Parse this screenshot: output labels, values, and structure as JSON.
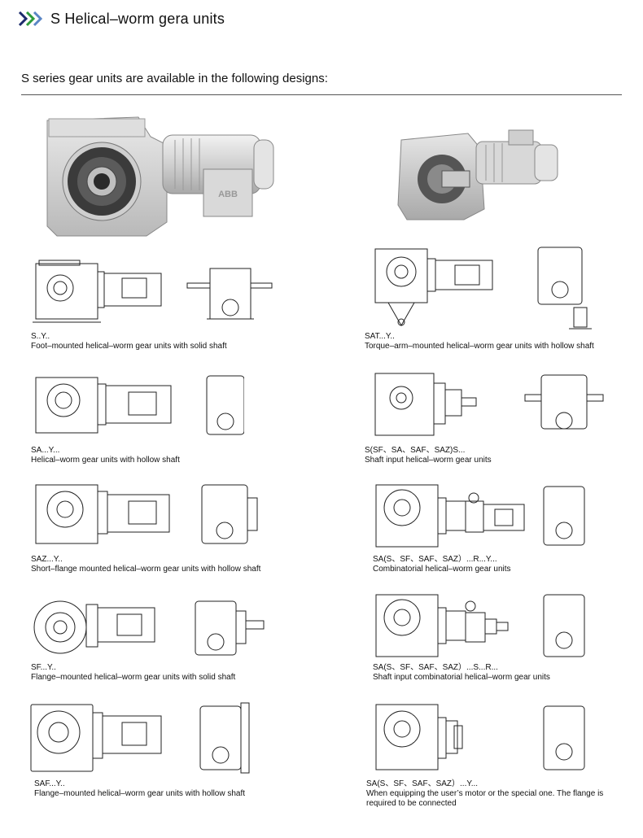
{
  "header": {
    "title": "S Helical–worm gera units",
    "icon": "triple-chevron-right-icon",
    "chevron_colors": [
      "#1b2a6b",
      "#2e9c3c",
      "#5a86c5"
    ]
  },
  "intro": "S series gear units are available in the following designs:",
  "photos": [
    {
      "brand": "ABB"
    },
    {
      "brand": ""
    }
  ],
  "designs": [
    {
      "code": "S..Y..",
      "description": "Foot–mounted helical–worm gear units with solid shaft"
    },
    {
      "code": "SAT...Y..",
      "description": "Torque–arm–mounted helical–worm gear units with hollow shaft"
    },
    {
      "code": "SA...Y...",
      "description": "Helical–worm gear units with hollow shaft"
    },
    {
      "code": "S(SF、SA、SAF、SAZ)S...",
      "description": "Shaft input helical–worm gear units"
    },
    {
      "code": "SAZ...Y..",
      "description": "Short–flange mounted helical–worm gear units with hollow shaft"
    },
    {
      "code": "SA(S、SF、SAF、SAZ）...R...Y...",
      "description": "Combinatorial helical–worm gear units"
    },
    {
      "code": "SF...Y..",
      "description": "Flange–mounted helical–worm gear units with solid shaft"
    },
    {
      "code": "SA(S、SF、SAF、SAZ）...S...R...",
      "description": "Shaft input combinatorial helical–worm gear units"
    },
    {
      "code": "SAF...Y..",
      "description": "Flange–mounted helical–worm gear units with hollow shaft"
    },
    {
      "code": "SA(S、SF、SAF、SAZ）...Y...",
      "description": "When equipping the user’s motor or the special one. The flange is required to be connected"
    }
  ]
}
